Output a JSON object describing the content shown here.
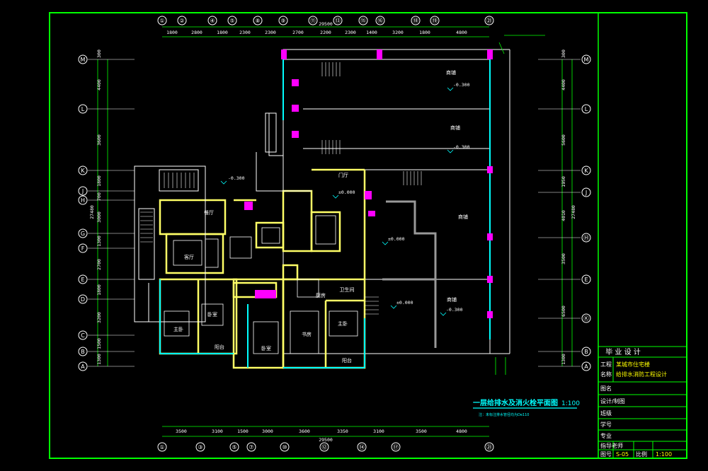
{
  "drawing": {
    "title": "一层给排水及消火栓平面图",
    "scale": "1:100",
    "note": "注：未标注排水管径均为De110"
  },
  "axes": {
    "top_numbers": [
      "①",
      "②",
      "④",
      "⑤",
      "⑧",
      "⑨",
      "⑪",
      "⑬",
      "⑮",
      "⑯",
      "⑱",
      "⑲",
      "㉑"
    ],
    "bottom_numbers": [
      "①",
      "③",
      "⑤",
      "⑦",
      "⑩",
      "⑫",
      "⑭",
      "⑰",
      "㉑"
    ],
    "left_letters": [
      "M",
      "L",
      "K",
      "J",
      "H",
      "G",
      "F",
      "E",
      "D",
      "C",
      "B",
      "A"
    ],
    "right_letters": [
      "M",
      "L",
      "K",
      "J",
      "Ⓗ",
      "E",
      "Ⓚ",
      "B",
      "A"
    ]
  },
  "dimensions": {
    "top_total": "29500",
    "top_segments": [
      "1800",
      "2800",
      "1800",
      "2300",
      "2300",
      "2700",
      "2200",
      "2300",
      "1400",
      "3200",
      "1800",
      "4800"
    ],
    "bottom_total": "29500",
    "bottom_segments": [
      "3500",
      "3100",
      "1500",
      "3000",
      "3600",
      "3350",
      "3100",
      "3500",
      "4800"
    ],
    "left_total": "27480",
    "left_segments": [
      "300",
      "4400",
      "3600",
      "1800",
      "700",
      "3000",
      "1300",
      "2700",
      "1800",
      "3200",
      "1500",
      "1300"
    ],
    "right_total": "27480",
    "right_segments": [
      "300",
      "4400",
      "5600",
      "1950",
      "4010",
      "3500",
      "6500",
      "1300"
    ]
  },
  "rooms": {
    "shop1": "商铺",
    "shop2": "商铺",
    "shop3": "商铺",
    "shop4": "商铺",
    "hall": "门厅",
    "living": "客厅",
    "bedroom1": "主卧",
    "bedroom2": "卧室",
    "bedroom3": "卧室",
    "bedroom4": "主卧",
    "kitchen": "厨房",
    "bath": "卫生间",
    "balcony1": "阳台",
    "balcony2": "阳台",
    "dining": "餐厅",
    "study": "书房"
  },
  "levels": {
    "l1": "-0.300",
    "l2": "-0.300",
    "l3": "-0.300",
    "l4": "±0.000",
    "l5": "±0.000",
    "l6": "±0.000",
    "l7": "-0.300"
  },
  "title_block": {
    "header": "毕 业 设 计",
    "project_label": "工程",
    "project_name_label": "名称",
    "project_value1": "某城市住宅楼",
    "project_value2": "给排水消防工程设计",
    "drawing_name_label": "图名",
    "design_label": "设计/制图",
    "class_label": "班级",
    "id_label": "学号",
    "major_label": "专业",
    "teacher_label": "指导老师",
    "sheet_label": "图号",
    "sheet_value": "S-05",
    "ratio_label": "比例",
    "ratio_value": "1:100"
  },
  "colors": {
    "frame": "#00ff00",
    "wall": "#ffff66",
    "fixture": "#ff00ff",
    "pipe": "#00ffff",
    "text": "#ffffff",
    "grid": "#ffffff"
  }
}
